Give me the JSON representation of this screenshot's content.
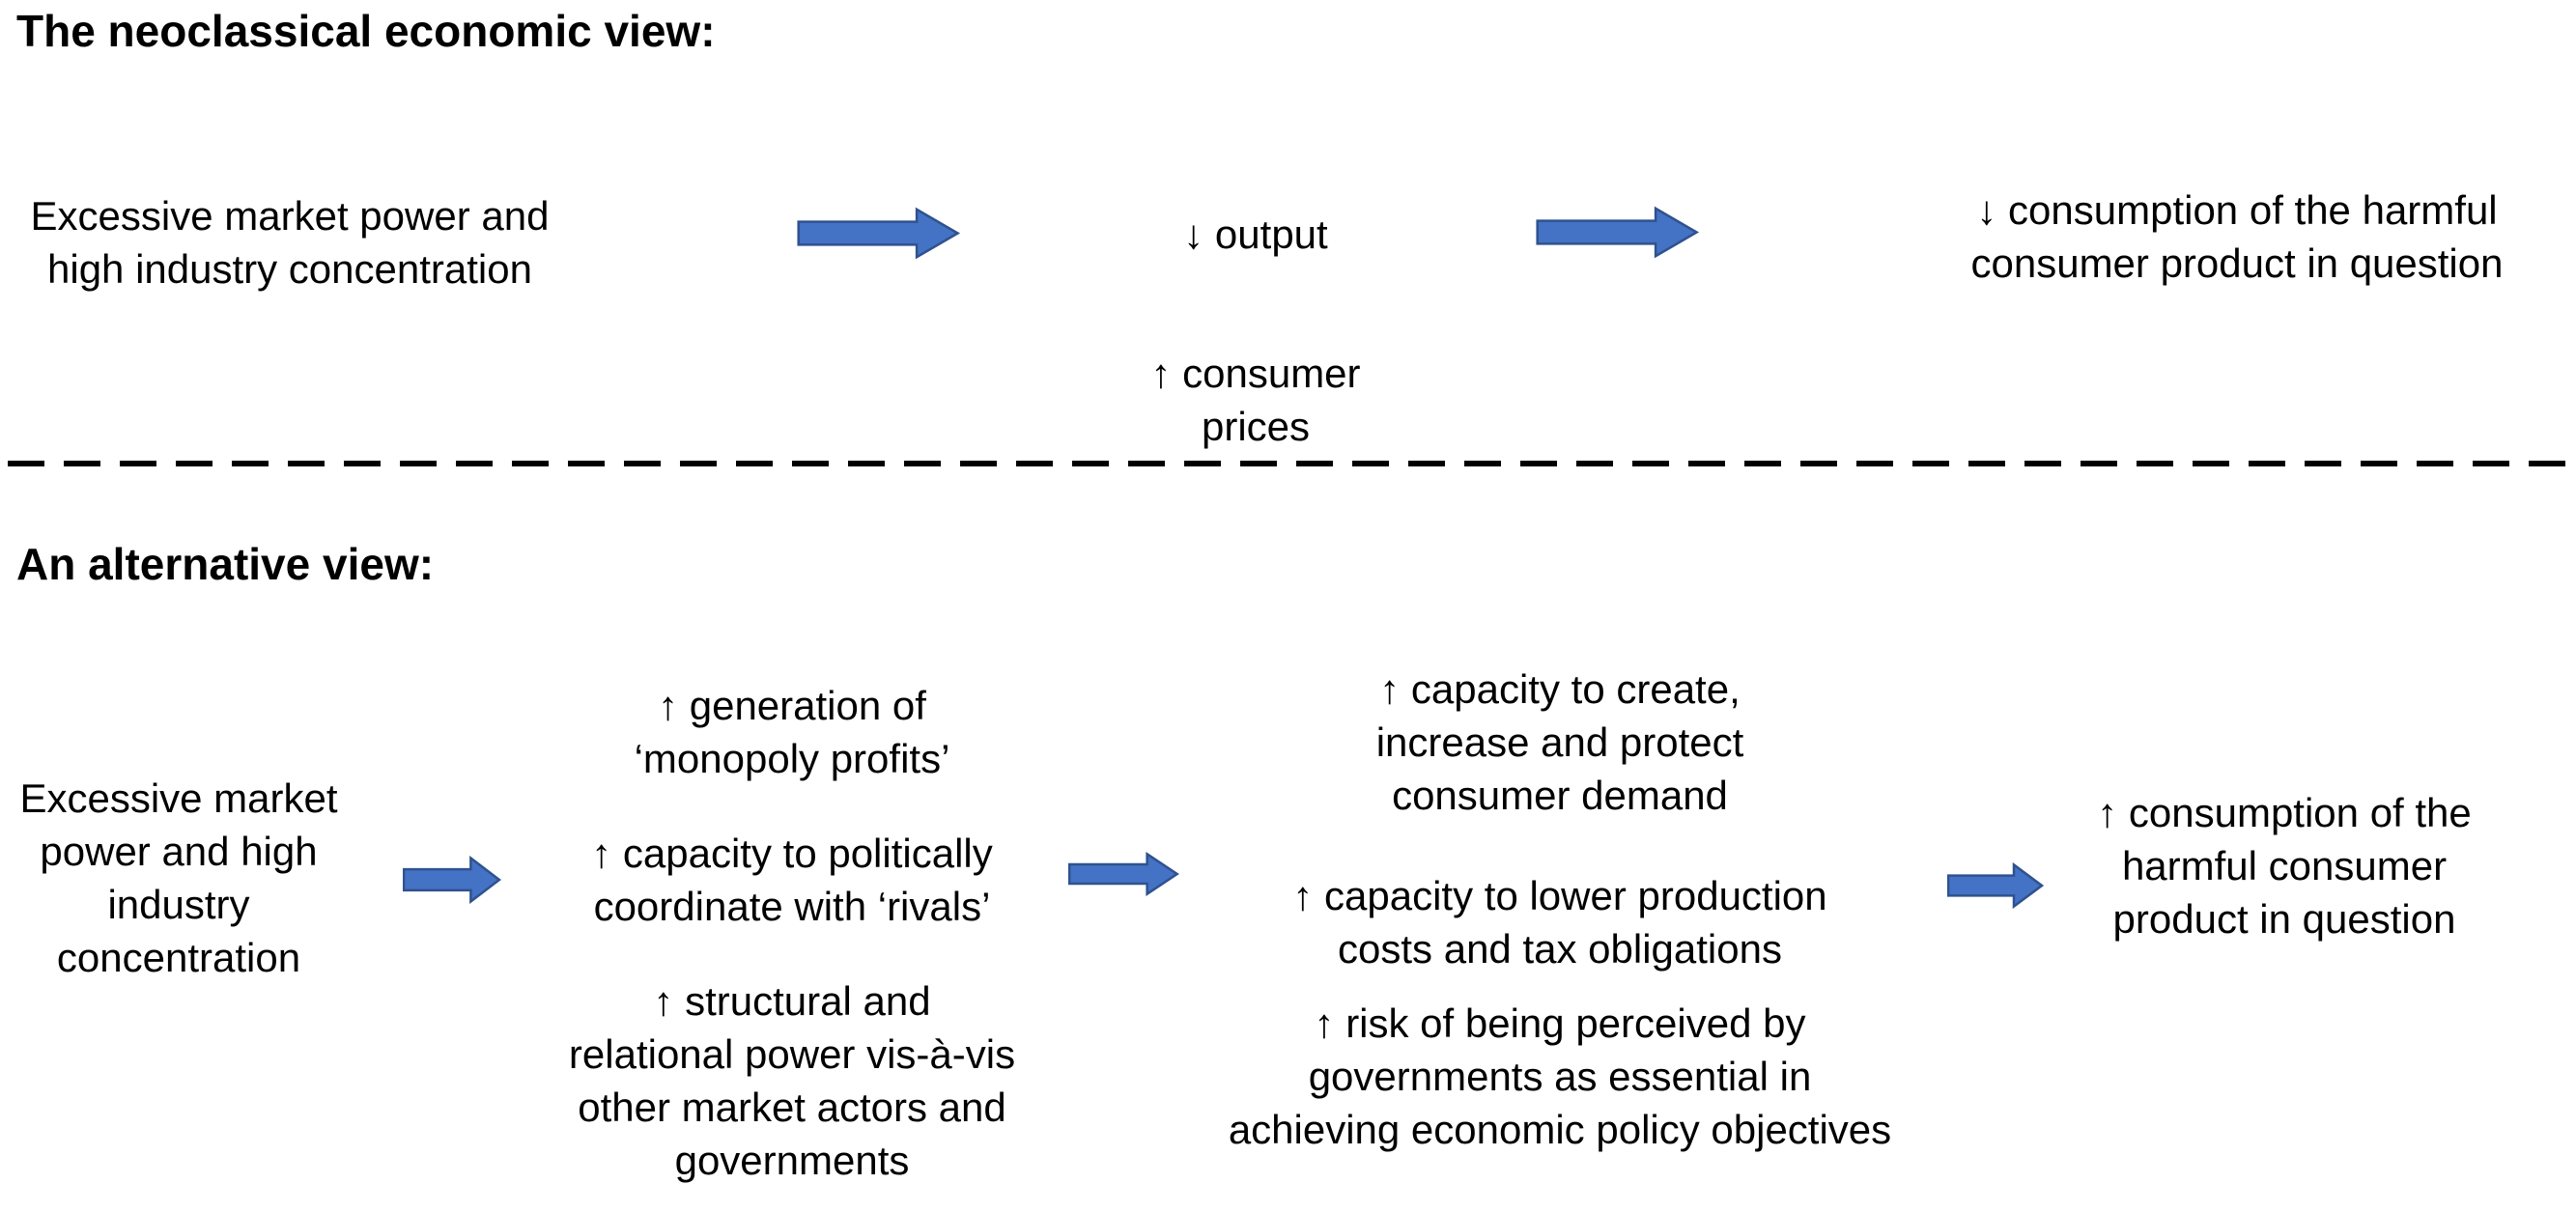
{
  "colors": {
    "arrow_fill": "#4472C4",
    "arrow_outline": "#2F528F",
    "text": "#000000",
    "background": "#FFFFFF",
    "divider": "#000000"
  },
  "neoclassical": {
    "title": "The neoclassical economic view:",
    "cause": "Excessive market power and\nhigh industry concentration",
    "effects_mid": [
      "↓ output",
      "↑ consumer\nprices"
    ],
    "outcome": "↓ consumption of the harmful\nconsumer product in question"
  },
  "alternative": {
    "title": "An alternative view:",
    "cause": "Excessive market\npower and high\nindustry\nconcentration",
    "mechanisms": [
      "↑ generation of\n‘monopoly profits’",
      "↑ capacity to politically\ncoordinate with ‘rivals’",
      "↑ structural and\nrelational power vis-à-vis\nother market actors and\ngovernments"
    ],
    "capacities": [
      "↑ capacity to create,\nincrease and protect\nconsumer demand",
      "↑ capacity to lower production\ncosts and tax obligations",
      "↑ risk of being perceived by\ngovernments as essential in\nachieving economic policy objectives"
    ],
    "outcome": "↑ consumption of the\nharmful consumer\nproduct in question"
  }
}
